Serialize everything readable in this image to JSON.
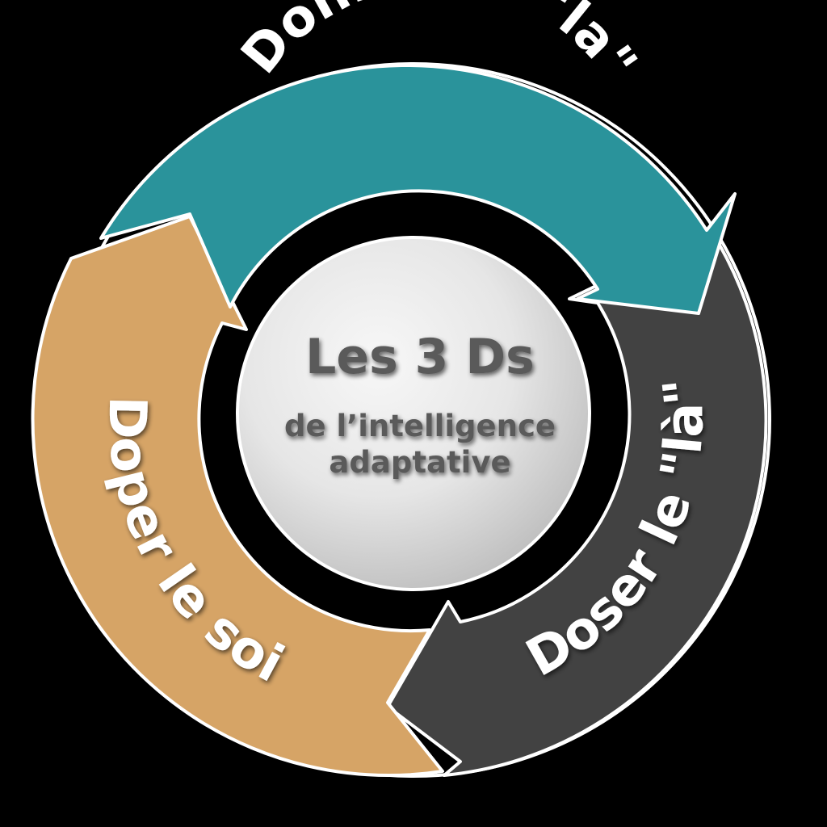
{
  "cycle": {
    "center": {
      "title": "Les 3 Ds",
      "line1": "de l’intelligence",
      "line2": "adaptative"
    },
    "segments": [
      {
        "id": "donner",
        "label": "Donner le \"la\"",
        "color": "#2a939b"
      },
      {
        "id": "doser",
        "label": "Doser le \"là\"",
        "color": "#424242"
      },
      {
        "id": "doper",
        "label": "Doper le soi",
        "color": "#d6a466"
      }
    ]
  }
}
